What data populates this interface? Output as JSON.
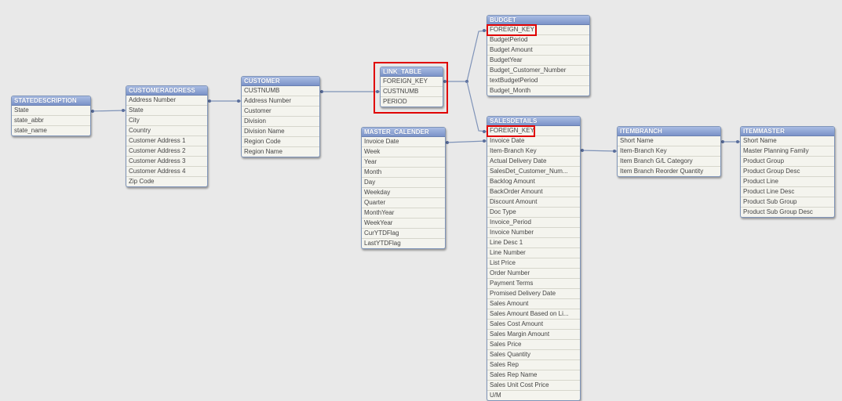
{
  "tables": [
    {
      "id": "statedescription",
      "title": "STATEDESCRIPTION",
      "fields": [
        "State",
        "state_abbr",
        "state_name"
      ]
    },
    {
      "id": "customeraddress",
      "title": "CUSTOMERADDRESS",
      "fields": [
        "Address Number",
        "State",
        "City",
        "Country",
        "Customer Address 1",
        "Customer Address 2",
        "Customer Address 3",
        "Customer Address 4",
        "Zip Code"
      ]
    },
    {
      "id": "customer",
      "title": "CUSTOMER",
      "fields": [
        "CUSTNUMB",
        "Address Number",
        "Customer",
        "Division",
        "Division Name",
        "Region Code",
        "Region Name"
      ]
    },
    {
      "id": "link-table",
      "title": "LINK_TABLE",
      "fields": [
        "FOREIGN_KEY",
        "CUSTNUMB",
        "PERIOD"
      ]
    },
    {
      "id": "budget",
      "title": "BUDGET",
      "fields": [
        "FOREIGN_KEY",
        "BudgetPeriod",
        "Budget Amount",
        "BudgetYear",
        "Budget_Customer_Number",
        "textBudgetPeriod",
        "Budget_Month"
      ]
    },
    {
      "id": "master-calender",
      "title": "MASTER_CALENDER",
      "fields": [
        "Invoice Date",
        "Week",
        "Year",
        "Month",
        "Day",
        "Weekday",
        "Quarter",
        "MonthYear",
        "WeekYear",
        "CurYTDFlag",
        "LastYTDFlag"
      ]
    },
    {
      "id": "salesdetails",
      "title": "SALESDETAILS",
      "fields": [
        "FOREIGN_KEY",
        "Invoice Date",
        "Item-Branch Key",
        "Actual Delivery Date",
        "SalesDet_Customer_Num...",
        "Backlog Amount",
        "BackOrder Amount",
        "Discount Amount",
        "Doc Type",
        "Invoice_Period",
        "Invoice Number",
        "Line Desc 1",
        "Line Number",
        "List Price",
        "Order Number",
        "Payment Terms",
        "Promised Delivery Date",
        "Sales Amount",
        "Sales Amount Based on Li...",
        "Sales Cost Amount",
        "Sales Margin Amount",
        "Sales Price",
        "Sales Quantity",
        "Sales Rep",
        "Sales Rep Name",
        "Sales Unit Cost Price",
        "U/M"
      ]
    },
    {
      "id": "itembranch",
      "title": "ITEMBRANCH",
      "fields": [
        "Short Name",
        "Item-Branch Key",
        "Item Branch G/L Category",
        "Item Branch Reorder Quantity"
      ]
    },
    {
      "id": "itemmaster",
      "title": "ITEMMASTER",
      "fields": [
        "Short Name",
        "Master Planning Family",
        "Product Group",
        "Product Group Desc",
        "Product Line",
        "Product Line Desc",
        "Product Sub Group",
        "Product Sub Group Desc"
      ]
    }
  ],
  "colors": {
    "header": "#8aa0d2",
    "highlight": "#e00000",
    "link": "#7f93b8",
    "background": "#e9e9e9"
  }
}
